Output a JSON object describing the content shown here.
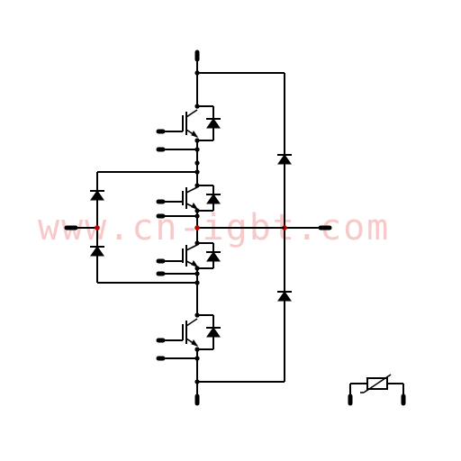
{
  "watermark": "www.cn-igbt.com",
  "diagram": {
    "type": "three-level NPC IGBT phase-leg module",
    "components": {
      "igbt_count": 4,
      "clamp_diode_count": 2,
      "outer_diode_count": 2,
      "ntc_thermistor": 1
    },
    "colors": {
      "wire": "#000000",
      "junction_highlight": "#c00000",
      "watermark": "#f7c9c9"
    }
  }
}
